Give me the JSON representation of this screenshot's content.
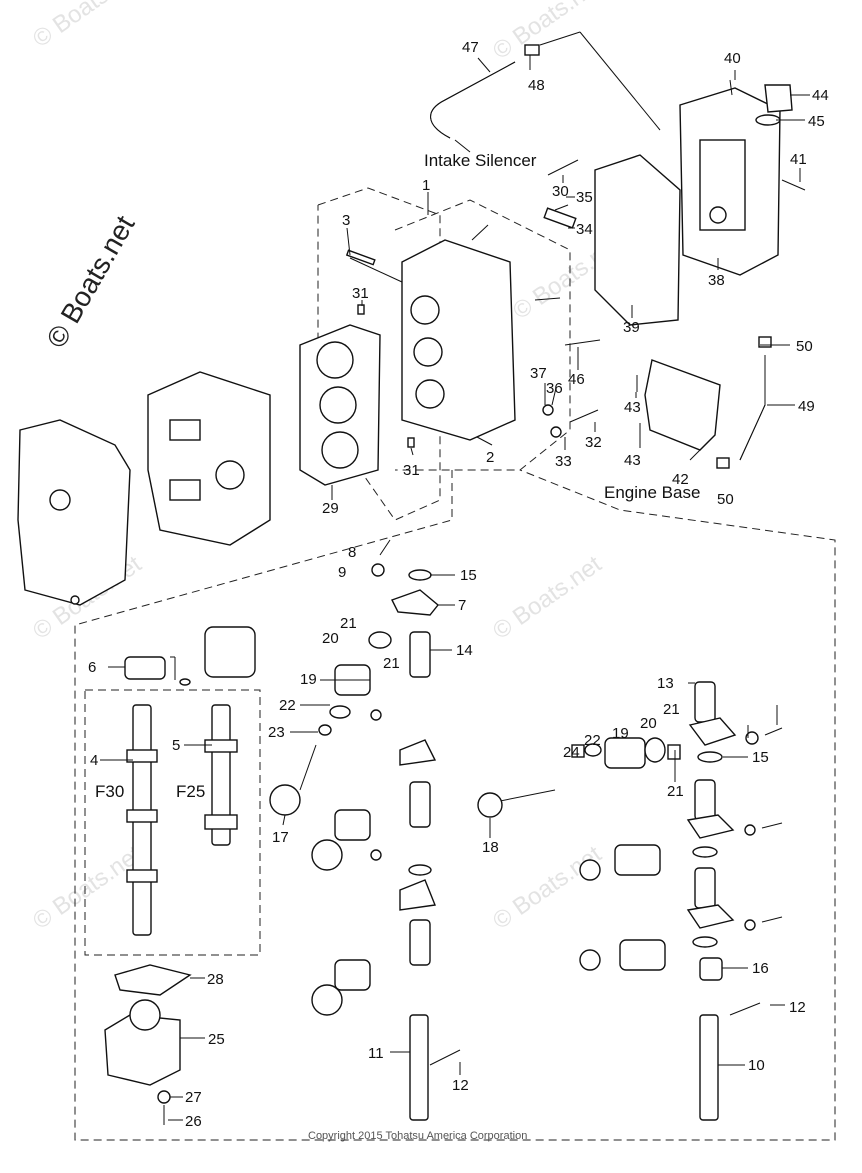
{
  "watermark": {
    "text": "© Boats.net"
  },
  "notes": {
    "intake_silencer": "Intake Silencer",
    "engine_base": "Engine Base",
    "f30": "F30",
    "f25": "F25"
  },
  "copyright": "Copyright 2015 Tohatsu America Corporation",
  "part_numbers": {
    "n1": "1",
    "n2": "2",
    "n3": "3",
    "n4": "4",
    "n5": "5",
    "n6": "6",
    "n7": "7",
    "n8": "8",
    "n9": "9",
    "n10": "10",
    "n11": "11",
    "n12": "12",
    "n13": "13",
    "n14": "14",
    "n15": "15",
    "n16": "16",
    "n17": "17",
    "n18": "18",
    "n19": "19",
    "n20": "20",
    "n21": "21",
    "n22": "22",
    "n23": "23",
    "n24": "24",
    "n25": "25",
    "n26": "26",
    "n27": "27",
    "n28": "28",
    "n29": "29",
    "n30": "30",
    "n31": "31",
    "n32": "32",
    "n33": "33",
    "n34": "34",
    "n35": "35",
    "n36": "36",
    "n37": "37",
    "n38": "38",
    "n39": "39",
    "n40": "40",
    "n41": "41",
    "n42": "42",
    "n43": "43",
    "n44": "44",
    "n45": "45",
    "n46": "46",
    "n47": "47",
    "n48": "48",
    "n49": "49",
    "n50": "50"
  },
  "colors": {
    "ink": "#111111",
    "watermark": "#e3e3e3"
  }
}
